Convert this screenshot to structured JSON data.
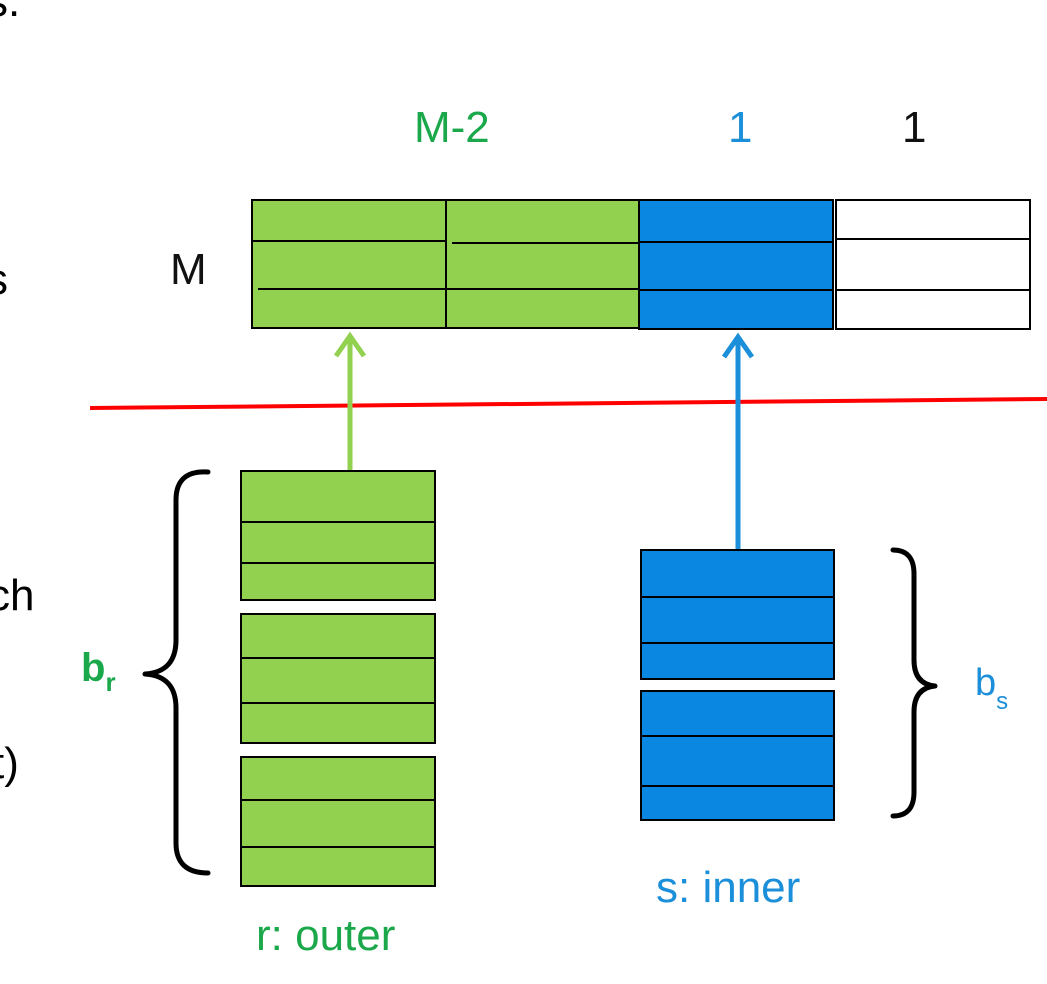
{
  "colors": {
    "green_fill": "#92d050",
    "blue_fill": "#0a87e0",
    "green_text": "#1aa84a",
    "blue_text": "#1b8fd9",
    "divider": "#ff0000",
    "green_arrow": "#92d050",
    "blue_arrow": "#1b8fd9"
  },
  "buffer": {
    "row_label": "M",
    "groups": [
      {
        "label": "M-2",
        "color": "green"
      },
      {
        "label": "1",
        "color": "blue"
      },
      {
        "label": "1",
        "color": "black"
      }
    ]
  },
  "relation_r": {
    "size_label": "b",
    "size_sub": "r",
    "caption": "r: outer",
    "blocks": 3
  },
  "relation_s": {
    "size_label": "b",
    "size_sub": "s",
    "caption": "s: inner",
    "blocks": 2
  },
  "edge_fragments": [
    "s.",
    ".",
    "s",
    "ch",
    "t)"
  ]
}
